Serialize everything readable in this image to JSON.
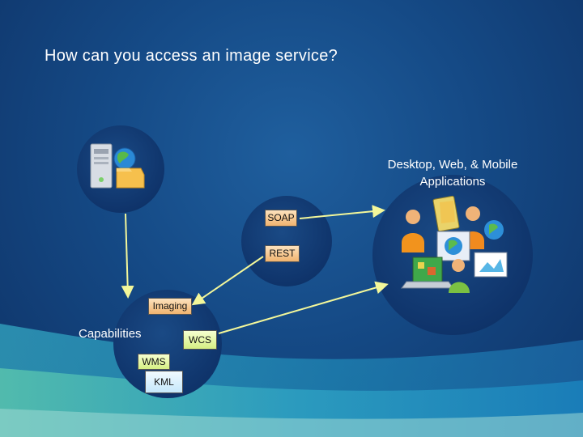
{
  "slide": {
    "title": "How can you access an image service?"
  },
  "apps": {
    "label_line1": "Desktop, Web, & Mobile",
    "label_line2": "Applications"
  },
  "protocols": {
    "soap": "SOAP",
    "rest": "REST"
  },
  "capabilities": {
    "label": "Capabilities",
    "imaging": "Imaging",
    "wcs": "WCS",
    "wms": "WMS",
    "kml": "KML"
  },
  "icons": {
    "server": "server-with-globe-and-folder-icon",
    "apps": "users-with-laptops-and-maps-icon"
  },
  "colors": {
    "background": "#154a86",
    "circle": "#0f346b",
    "arrow": "#f3f79a",
    "text": "#ffffff"
  }
}
